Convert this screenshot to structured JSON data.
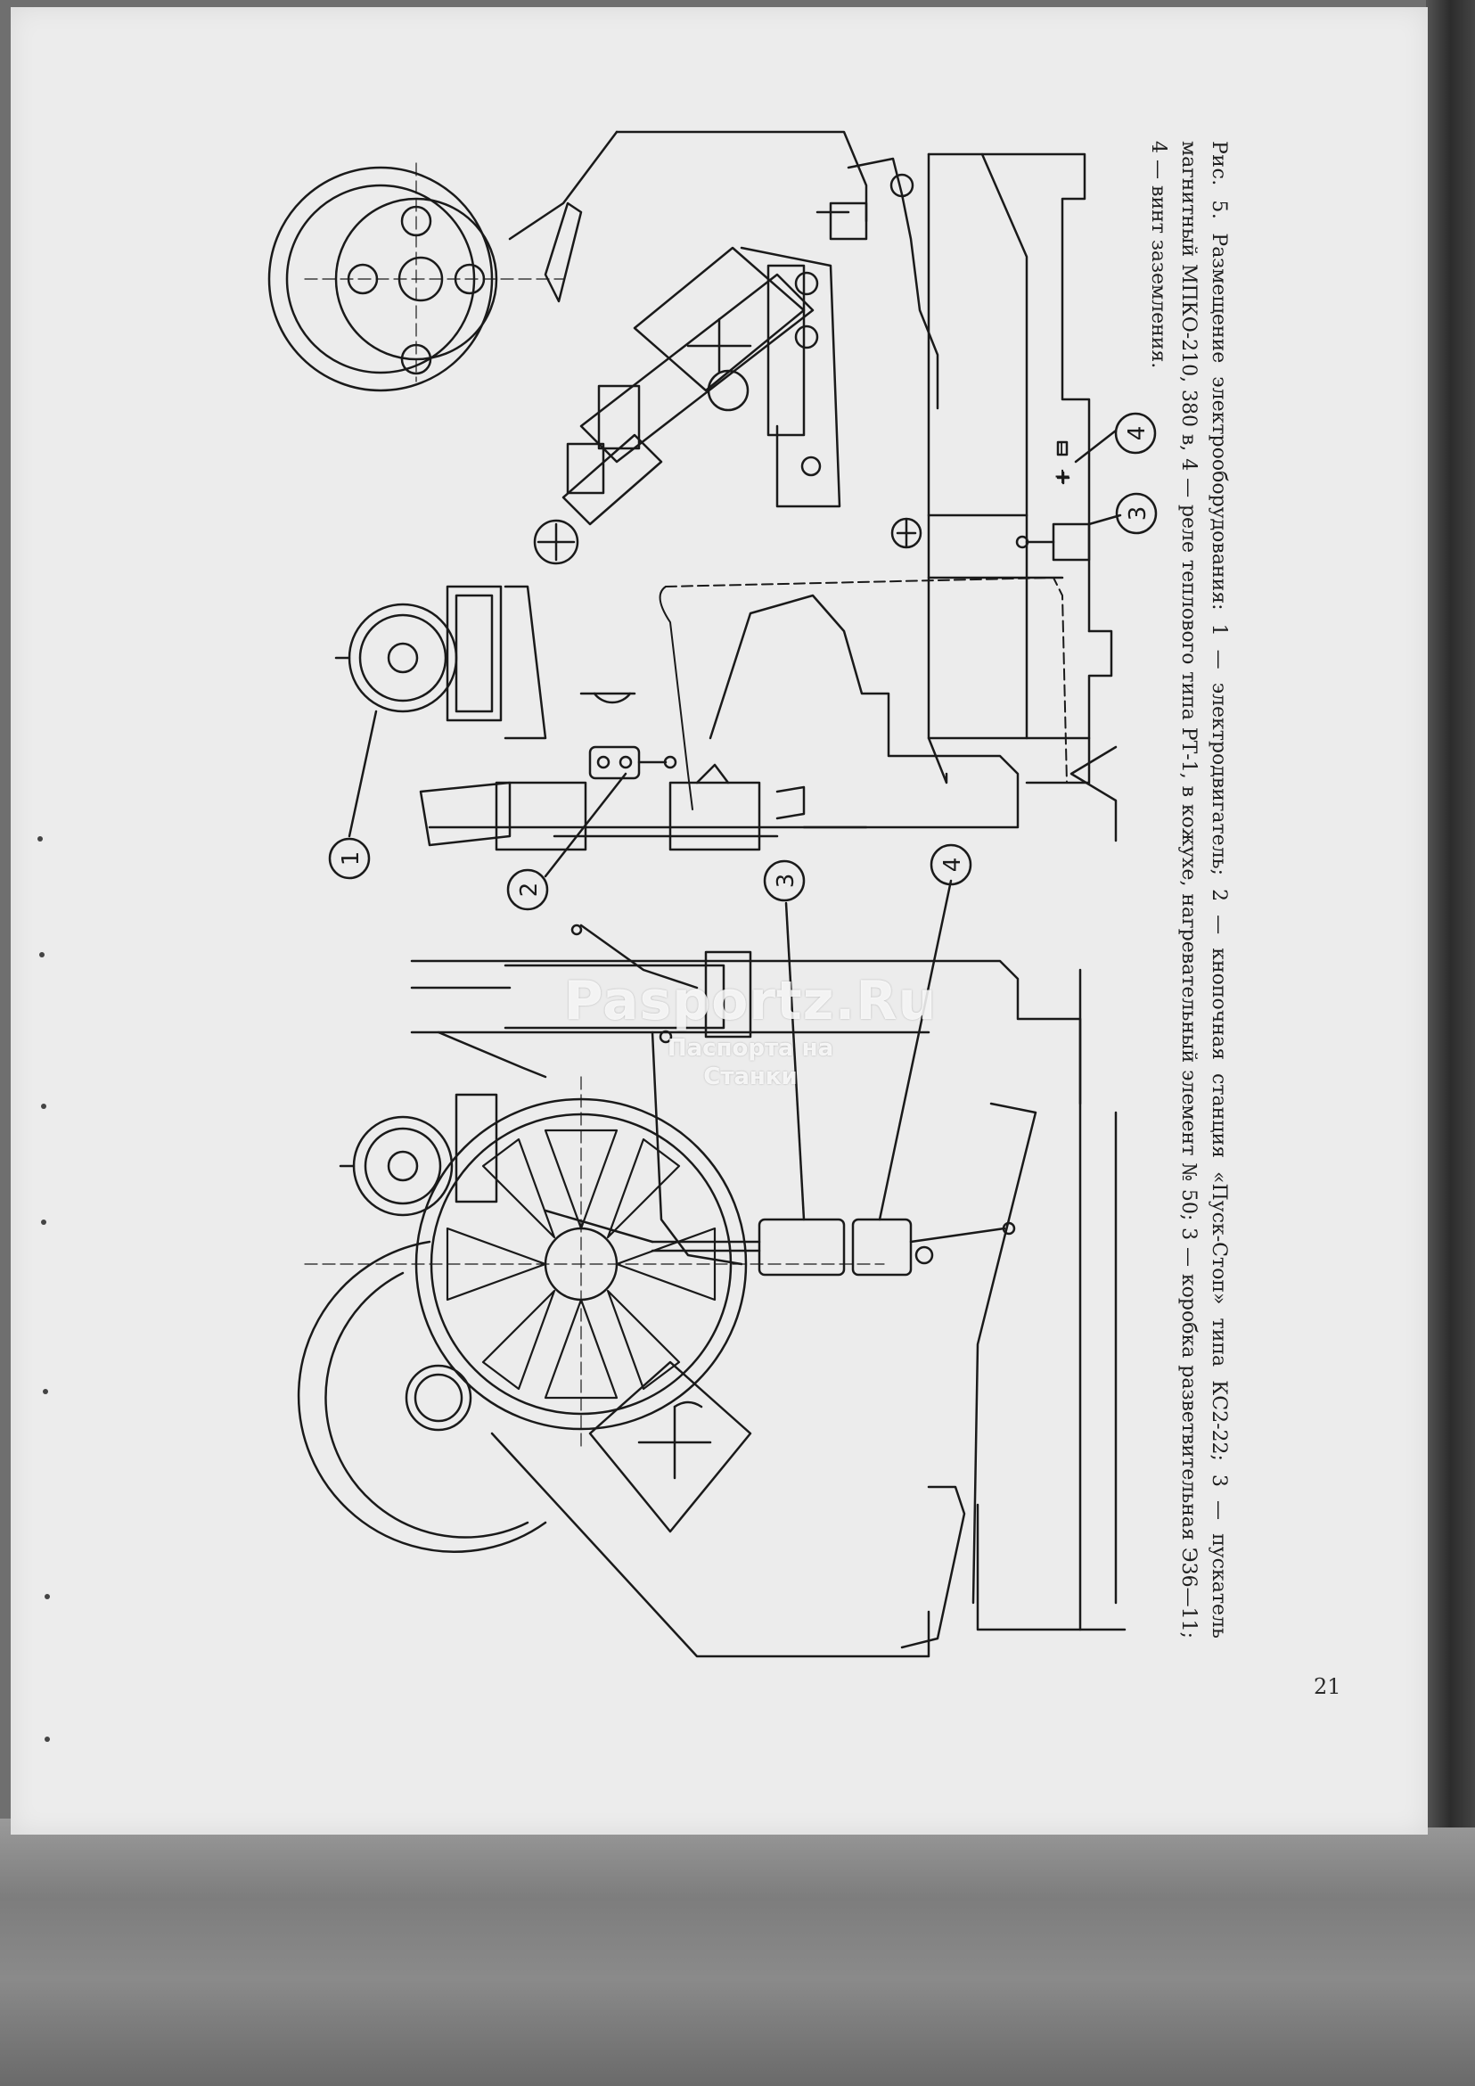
{
  "figure": {
    "caption_label": "Рис. 5.",
    "caption_title": "Размещение электрооборудования:",
    "caption_body": "1 — электродвигатель; 2 — кнопочная станция «Пуск-Стоп» типа КС2-22; 3 — пускатель магнитный МПКО-210, 380 в, 4 — реле теплового типа РТ-1, в кожухе, нагревательный элемент № 50; 3 — коробка разветвительная Э36—11; 4 — винт заземления.",
    "callouts": [
      "1",
      "2",
      "3",
      "3",
      "4",
      "4"
    ],
    "polarity": [
      "+",
      "−"
    ]
  },
  "page_number": "21",
  "watermark": {
    "site": "Pasportz.Ru",
    "tagline_line1": "Паспорта на",
    "tagline_line2": "Станки"
  }
}
